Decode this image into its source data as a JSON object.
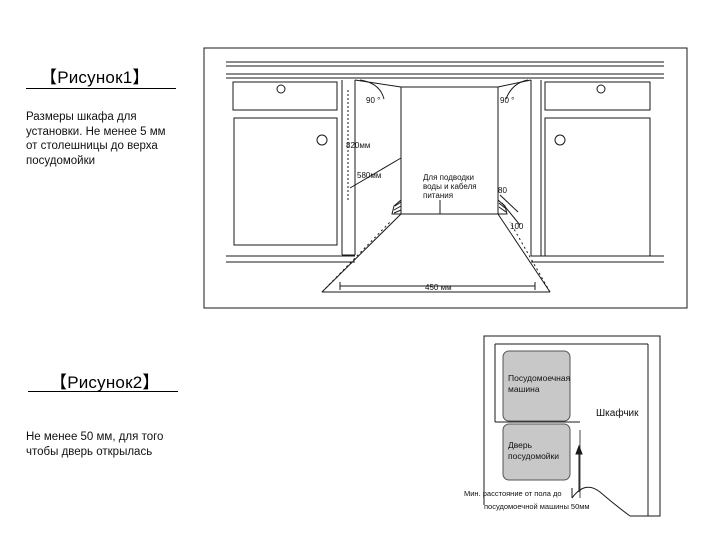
{
  "figure1": {
    "heading": "【Рисунок1】",
    "description": "Размеры шкафа для установки. Не менее 5 мм от столешницы до верха посудомойки",
    "labels": {
      "angle_left": "90 °",
      "angle_right": "90 °",
      "height_820": "820мм",
      "height_580": "580мм",
      "note_line1": "Для подводки",
      "note_line2": "воды и кабеля",
      "note_line3": "питания",
      "dim_80": "80",
      "dim_100": "100",
      "width_450": "450 мм"
    }
  },
  "figure2": {
    "heading": "【Рисунок2】",
    "description": "Не менее 50 мм, для того чтобы дверь открылась",
    "labels": {
      "dishwasher_line1": "Посудомоечная",
      "dishwasher_line2": "машина",
      "door_line1": "Дверь",
      "door_line2": "посудомойки",
      "cabinet": "Шкафчик",
      "min_line1": "Мин. расстояние от пола до",
      "min_line2": "посудомоечной  машины 50мм"
    }
  },
  "colors": {
    "stroke": "#1a1a1a",
    "appliance_fill": "#c8c8c8",
    "background": "#ffffff"
  }
}
